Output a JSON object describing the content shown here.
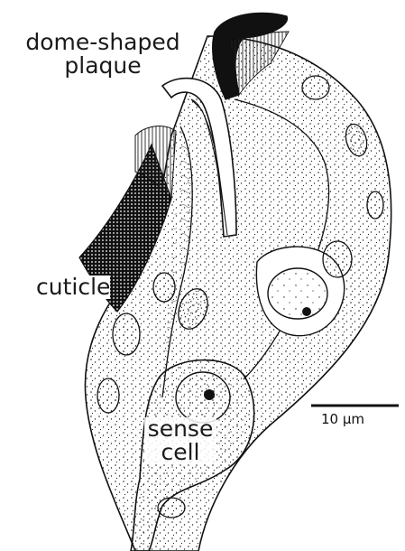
{
  "labels": {
    "dome_line1": "dome-shaped",
    "dome_line2": "plaque",
    "cuticle": "cuticle",
    "sense_line1": "sense",
    "sense_line2": "cell"
  },
  "scale_bar": {
    "text": "10 μm"
  },
  "colors": {
    "ink": "#111111",
    "paper": "#ffffff"
  }
}
